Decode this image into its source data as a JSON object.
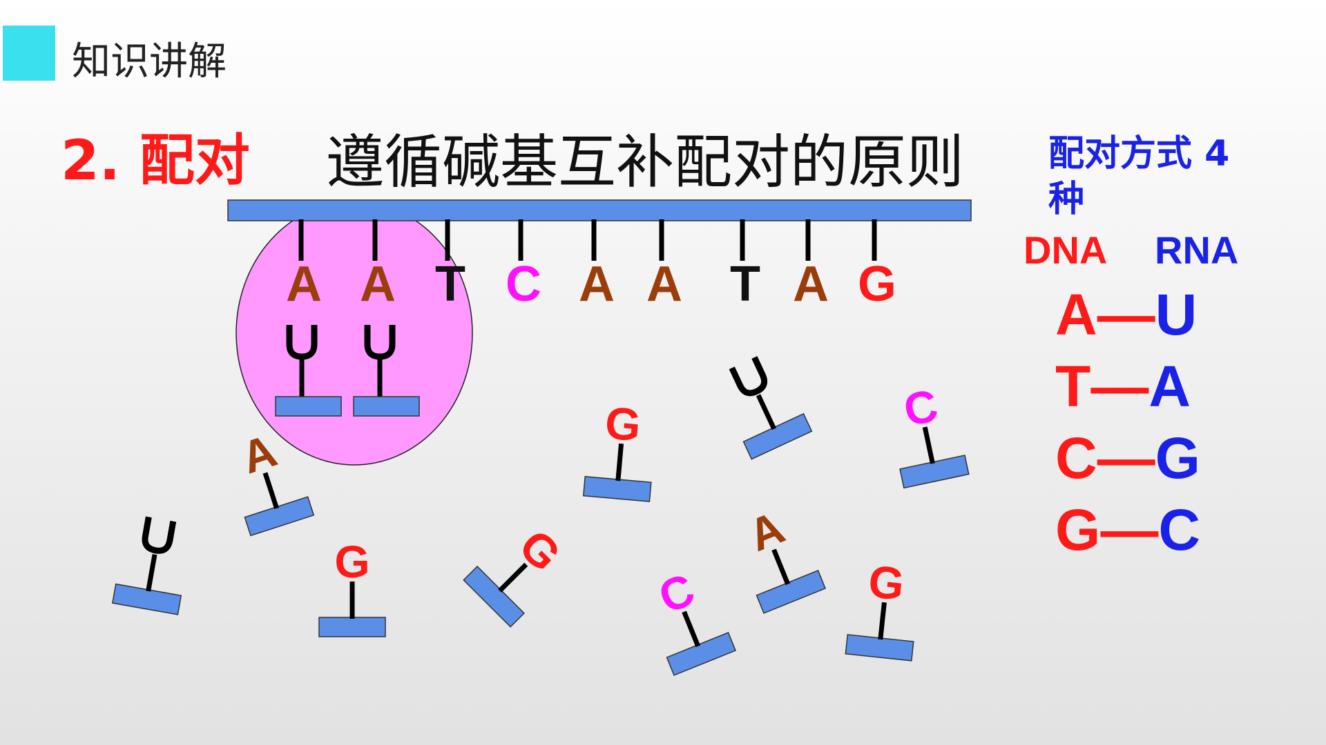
{
  "slide": {
    "section_label": "知识讲解",
    "heading_number": "2. 配对",
    "principle_text": "遵循碱基互补配对的原则"
  },
  "legend": {
    "title": "配对方式 4 种",
    "dna_label": "DNA",
    "rna_label": "RNA",
    "dash": "—",
    "pairs": [
      {
        "dna": "A",
        "rna": "U"
      },
      {
        "dna": "T",
        "rna": "A"
      },
      {
        "dna": "C",
        "rna": "G"
      },
      {
        "dna": "G",
        "rna": "C"
      }
    ]
  },
  "colors": {
    "A": "#9a3d0a",
    "T": "#111111",
    "C": "#ff10ff",
    "G": "#ff1a1a",
    "U": "#111111",
    "backbone": "#5b8ee6",
    "highlight": "#ff99ff",
    "dna_text": "#ff1a1a",
    "rna_text": "#1a22e8"
  },
  "dna_template_strand": [
    "A",
    "A",
    "T",
    "C",
    "A",
    "A",
    "T",
    "A",
    "G"
  ],
  "paired_rna": [
    "U",
    "U"
  ],
  "free_nucleotides": [
    "U",
    "A",
    "G",
    "G",
    "G",
    "C",
    "U",
    "A",
    "C",
    "G"
  ]
}
